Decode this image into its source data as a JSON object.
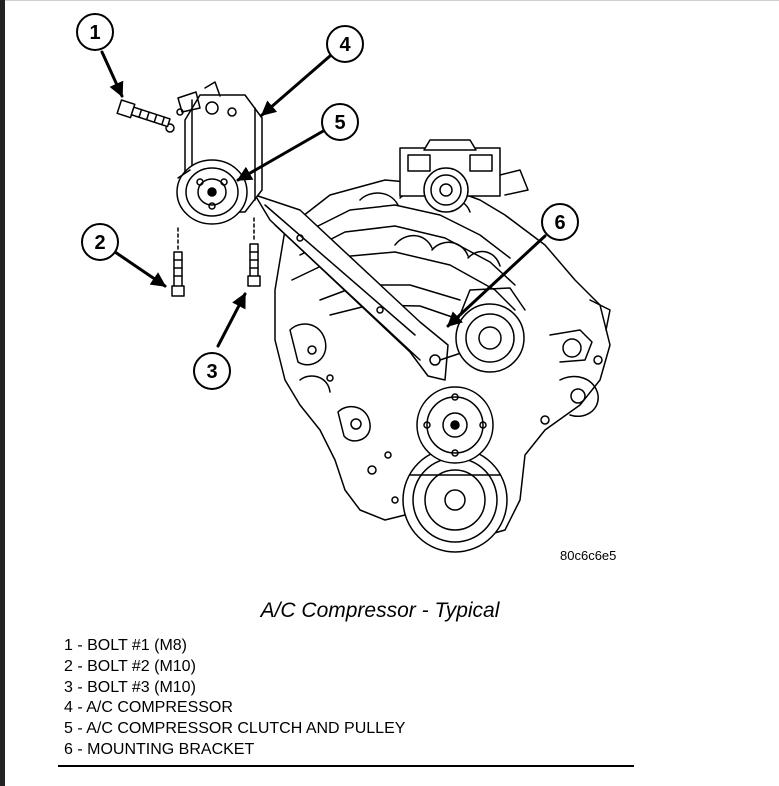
{
  "diagram": {
    "reference_code": "80c6c6e5",
    "caption": "A/C Compressor - Typical",
    "callouts": [
      {
        "number": "1"
      },
      {
        "number": "2"
      },
      {
        "number": "3"
      },
      {
        "number": "4"
      },
      {
        "number": "5"
      },
      {
        "number": "6"
      }
    ],
    "legend": [
      "1 - BOLT #1 (M8)",
      "2 - BOLT #2 (M10)",
      "3 - BOLT #3 (M10)",
      "4 - A/C COMPRESSOR",
      "5 - A/C COMPRESSOR CLUTCH AND PULLEY",
      "6 - MOUNTING BRACKET"
    ]
  }
}
